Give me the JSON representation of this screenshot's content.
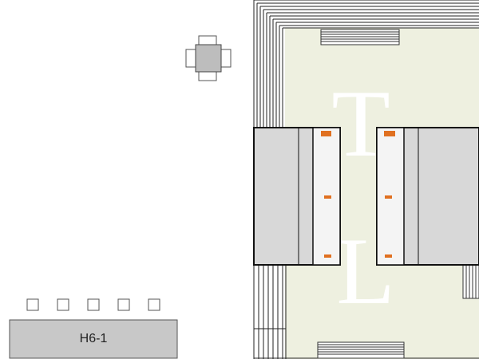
{
  "room_label": "H6-1",
  "colors": {
    "floor": "#eef0e0",
    "wall": "#111111",
    "counter": "#d8d8d8",
    "table": "#c8c8c8",
    "bench": "#f4f4f4",
    "marker": "#e07020",
    "letter": "#ffffff",
    "chair": "#ffffff",
    "outline": "#666666"
  },
  "icons": {
    "table": "square-table-icon",
    "chair": "chair-icon",
    "stairs": "stairs-icon",
    "marker": "orange-marker-icon"
  },
  "letters": [
    "T",
    "L"
  ]
}
